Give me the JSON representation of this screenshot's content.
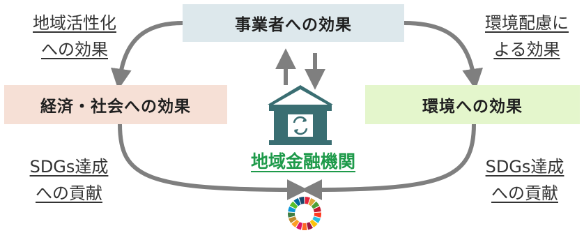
{
  "boxes": {
    "business": "事業者への効果",
    "economic": "経済・社会への効果",
    "environment": "環境への効果"
  },
  "flow_labels": {
    "regional_line1": "地域活性化",
    "regional_line2": "への効果",
    "envcare_line1": "環境配慮に",
    "envcare_line2": "よる効果",
    "sdg_left_line1": "SDGs達成",
    "sdg_left_line2": "への貢献",
    "sdg_right_line1": "SDGs達成",
    "sdg_right_line2": "への貢献"
  },
  "center": {
    "bank_label": "地域金融機関",
    "bank_icon": "bank-building-icon",
    "sdg_icon": "sdg-wheel-icon"
  },
  "colors": {
    "arrow": "#7f7f7f",
    "bank_icon": "#3a6e72",
    "bank_label": "#1e9a4a",
    "business_box": "#dde8ec",
    "economic_box": "#f6e0d6",
    "environment_box": "#e4f6cc"
  }
}
